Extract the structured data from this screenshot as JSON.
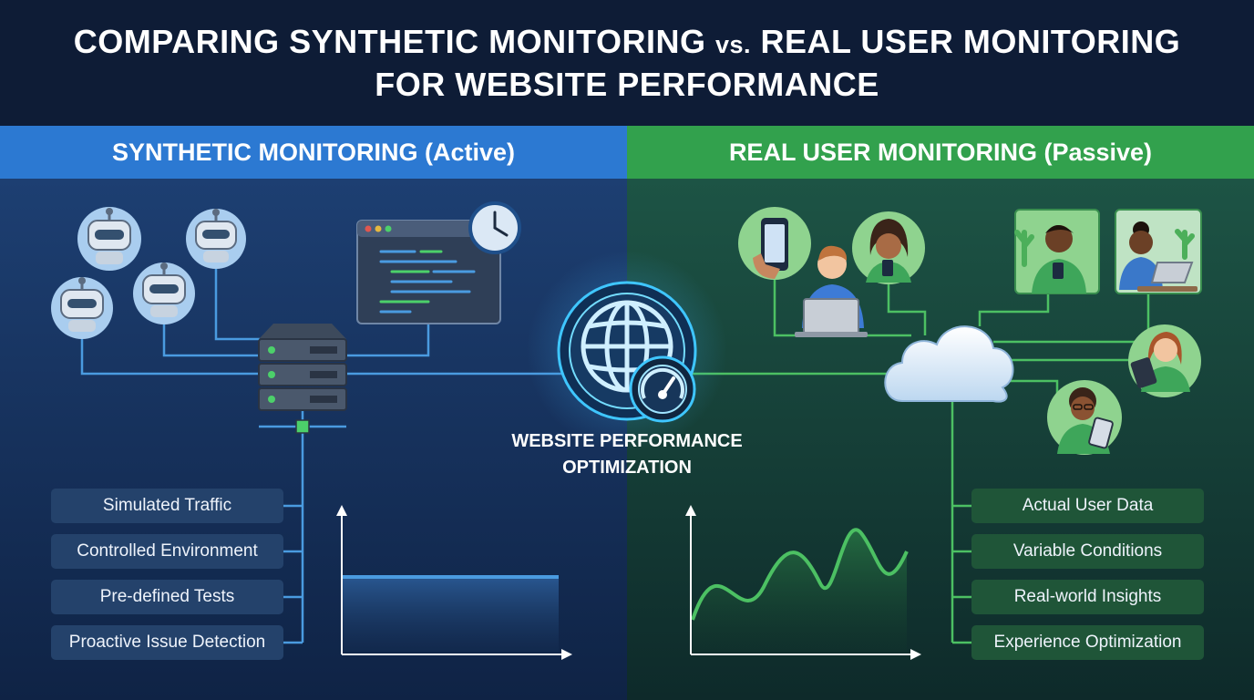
{
  "title": {
    "line1_a": "COMPARING SYNTHETIC MONITORING",
    "vs": "vs.",
    "line1_b": "REAL USER MONITORING",
    "line2": "FOR WEBSITE PERFORMANCE"
  },
  "synthetic": {
    "header": "SYNTHETIC MONITORING (Active)",
    "features": [
      "Simulated Traffic",
      "Controlled Environment",
      "Pre-defined Tests",
      "Proactive Issue Detection"
    ]
  },
  "rum": {
    "header": "REAL USER MONITORING (Passive)",
    "features": [
      "Actual User Data",
      "Variable Conditions",
      "Real-world Insights",
      "Experience Optimization"
    ]
  },
  "hub": {
    "label": "WEBSITE PERFORMANCE OPTIMIZATION"
  },
  "colors": {
    "synthetic_accent": "#2c79d2",
    "rum_accent": "#32a14d",
    "synthetic_line": "#4a9be0",
    "rum_line": "#4cc063"
  },
  "icons": [
    "robot-icon",
    "server-icon",
    "code-window-icon",
    "clock-icon",
    "globe-icon",
    "speedometer-icon",
    "cloud-icon",
    "smartphone-icon",
    "laptop-icon",
    "tablet-icon",
    "person-icon"
  ]
}
